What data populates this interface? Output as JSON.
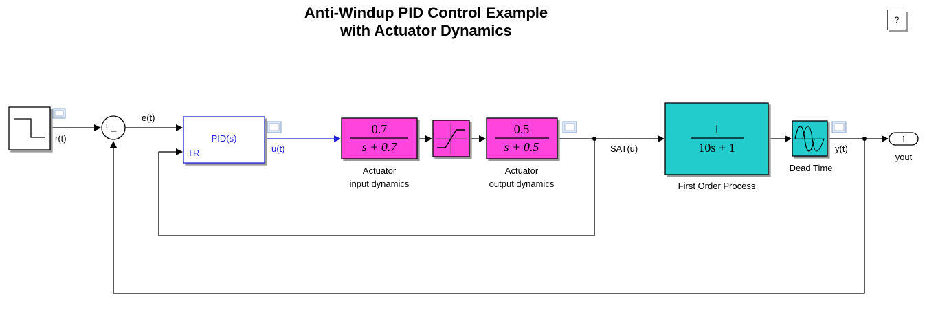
{
  "title": {
    "line1": "Anti-Windup PID Control Example",
    "line2": "with Actuator Dynamics"
  },
  "help_button": "?",
  "signals": {
    "reference": "r(t)",
    "error": "e(t)",
    "control": "u(t)",
    "saturated": "SAT(u)",
    "output": "y(t)"
  },
  "sum_block": {
    "plus": "+",
    "minus": "_"
  },
  "pid_block": {
    "label": "PID(s)",
    "tr_port": "TR"
  },
  "actuator_input": {
    "numerator": "0.7",
    "denominator": "s + 0.7",
    "caption_line1": "Actuator",
    "caption_line2": "input dynamics"
  },
  "actuator_output": {
    "numerator": "0.5",
    "denominator": "s + 0.5",
    "caption_line1": "Actuator",
    "caption_line2": "output dynamics"
  },
  "process": {
    "numerator": "1",
    "denominator": "10s + 1",
    "caption": "First Order Process"
  },
  "dead_time": {
    "caption": "Dead Time"
  },
  "outport": {
    "number": "1",
    "caption": "yout"
  },
  "colors": {
    "magenta": "#ff44dd",
    "cyan": "#22cccc",
    "blue_signal": "#1f1fd8"
  }
}
